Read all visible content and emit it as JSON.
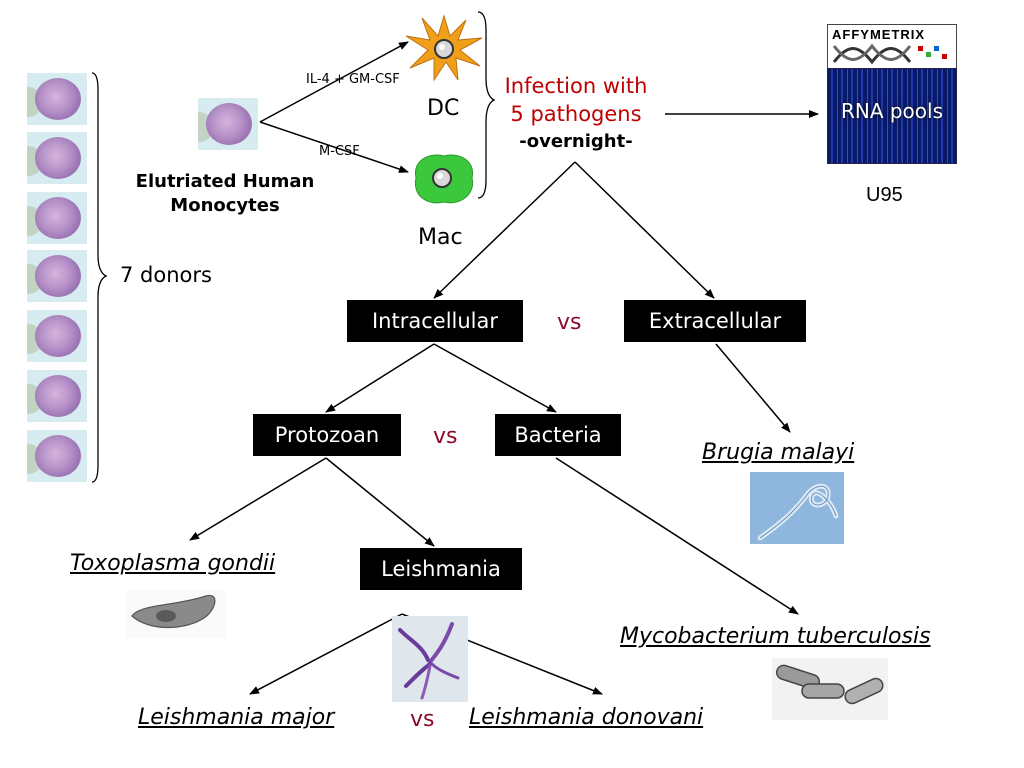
{
  "left": {
    "donor_count_label": "7 donors",
    "monocyte_label_line1": "Elutriated Human",
    "monocyte_label_line2": "Monocytes"
  },
  "differentiation": {
    "dc_condition": "IL-4 + GM-CSF",
    "mac_condition": "M-CSF",
    "dc_label": "DC",
    "mac_label": "Mac"
  },
  "infection": {
    "line1": "Infection with",
    "line2": "5 pathogens",
    "line3": "-overnight-"
  },
  "array": {
    "brand": "AFFYMETRIX",
    "pool_label": "RNA pools",
    "chip_label": "U95"
  },
  "categories": {
    "intracellular": "Intracellular",
    "extracellular": "Extracellular",
    "protozoan": "Protozoan",
    "bacteria": "Bacteria",
    "leishmania": "Leishmania",
    "vs": "vs"
  },
  "pathogens": {
    "brugia": "Brugia malayi",
    "toxoplasma": "Toxoplasma gondii",
    "mycobacterium": "Mycobacterium tuberculosis",
    "l_major": "Leishmania major",
    "l_donovani": "Leishmania donovani"
  },
  "colors": {
    "vs_red": "#8b0c2a",
    "infection_red": "#c00000",
    "box_black": "#000000"
  }
}
